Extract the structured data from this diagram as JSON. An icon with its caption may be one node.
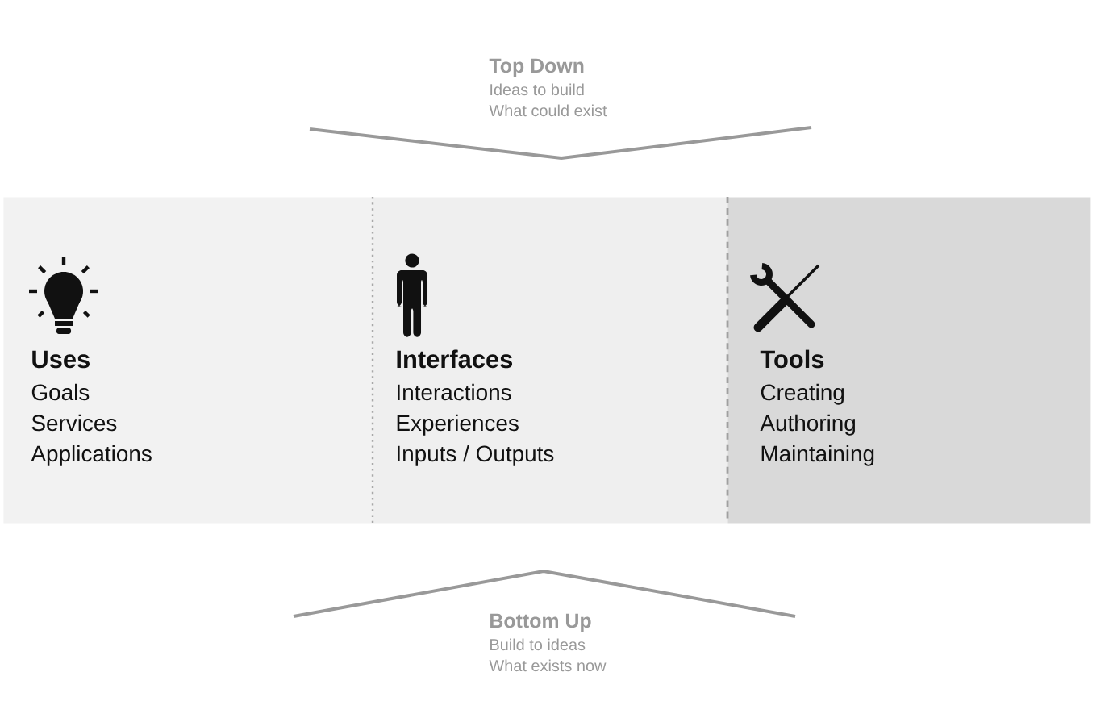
{
  "diagram": {
    "nodes": [
      {
        "text": [
          "Uses",
          "Goals",
          "Services",
          "Applications"
        ]
      },
      {
        "text": [
          "Interfaces",
          "Interactions",
          "Experiences",
          "Inputs / Outputs"
        ]
      },
      {
        "text": [
          "Tools",
          "Creating",
          "Authoring",
          "Maintaining"
        ]
      }
    ],
    "labels": [
      "Top Down",
      "Ideas to build",
      "What could exist",
      "Bottom Up",
      "Build to ideas",
      "What exists now"
    ]
  }
}
